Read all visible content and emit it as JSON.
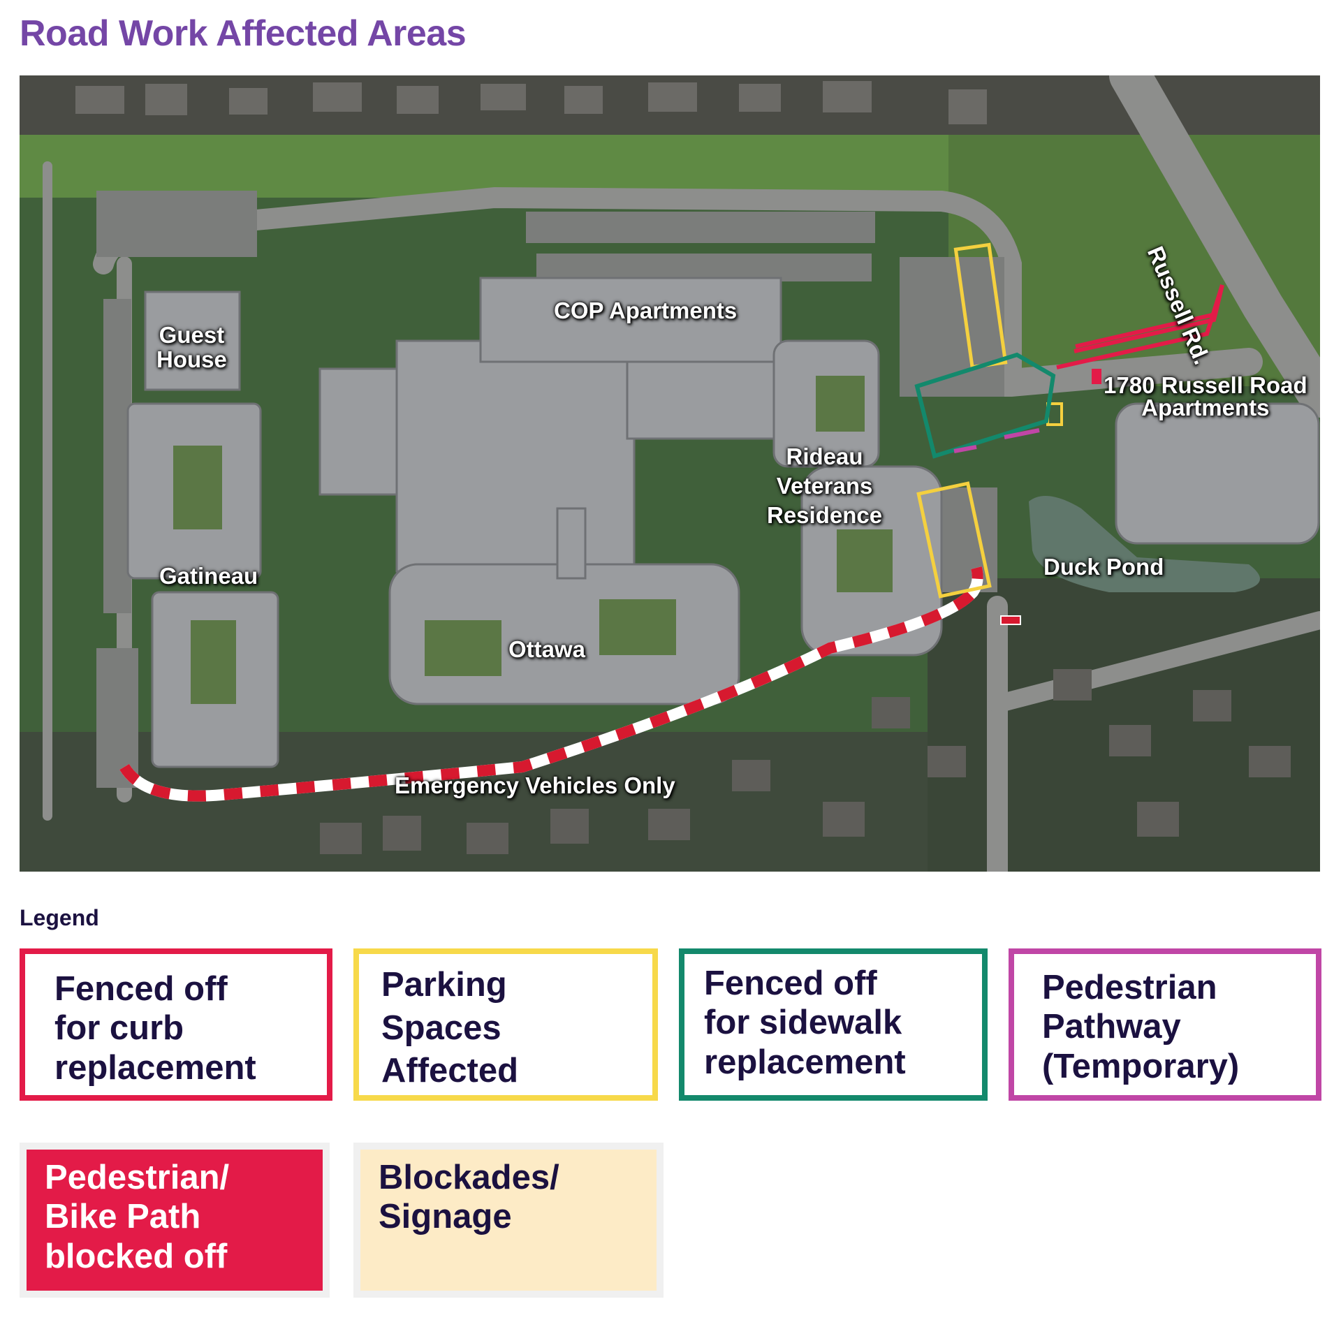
{
  "page": {
    "title": "Road Work Affected Areas"
  },
  "map": {
    "labels": {
      "guest_house": "Guest\nHouse",
      "cop_apartments": "COP Apartments",
      "gatineau": "Gatineau",
      "ottawa": "Ottawa",
      "rideau": "Rideau\nVeterans\nResidence",
      "russell_apartments": "1780 Russell Road\nApartments",
      "russell_rd": "Russell Rd.",
      "duck_pond": "Duck Pond",
      "emergency": "Emergency Vehicles Only"
    }
  },
  "legend": {
    "title": "Legend",
    "items": [
      {
        "label": "Fenced off\nfor curb\nreplacement",
        "color": "#e31b48",
        "style": "outline"
      },
      {
        "label": "Parking\nSpaces\nAffected",
        "color": "#f7d94a",
        "style": "outline"
      },
      {
        "label": "Fenced off\nfor sidewalk\nreplacement",
        "color": "#13896c",
        "style": "outline"
      },
      {
        "label": "Pedestrian\nPathway\n(Temporary)",
        "color": "#c046a6",
        "style": "outline"
      },
      {
        "label": "Pedestrian/\nBike Path\nblocked off",
        "color": "#e31b48",
        "style": "filled"
      },
      {
        "label": "Blockades/\nSignage",
        "color": "#fdebc6",
        "style": "filled"
      }
    ]
  }
}
